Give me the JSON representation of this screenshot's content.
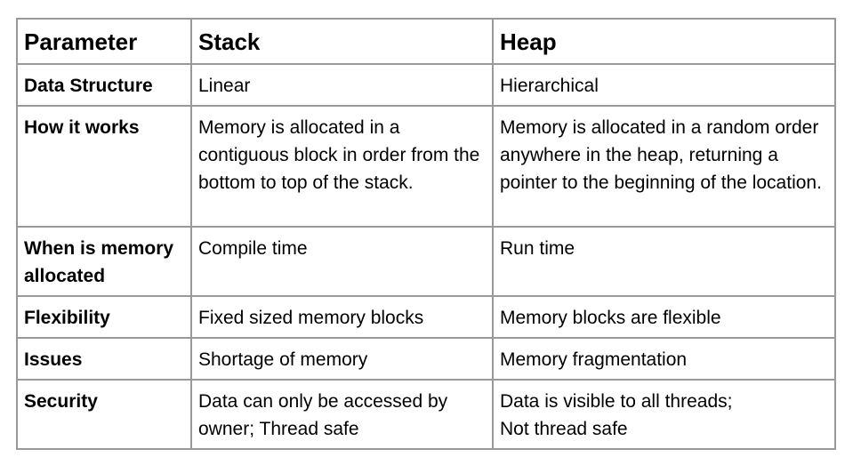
{
  "table": {
    "headers": [
      "Parameter",
      "Stack",
      "Heap"
    ],
    "rows": [
      {
        "parameter": "Data Structure",
        "stack": "Linear",
        "heap": "Hierarchical"
      },
      {
        "parameter": "How it works",
        "stack": "Memory is allocated in a contiguous block in order from the bottom to top of the stack.",
        "heap": "Memory is allocated in a random order anywhere in the heap, returning a pointer to the beginning of the location."
      },
      {
        "parameter": "When is memory allocated",
        "stack": "Compile time",
        "heap": "Run time"
      },
      {
        "parameter": "Flexibility",
        "stack": "Fixed sized memory blocks",
        "heap": "Memory blocks are flexible"
      },
      {
        "parameter": "Issues",
        "stack": "Shortage of memory",
        "heap": "Memory fragmentation"
      },
      {
        "parameter": "Security",
        "stack": "Data can only be accessed by owner; Thread safe",
        "heap": "Data is visible to all threads;\nNot thread safe"
      }
    ]
  },
  "colors": {
    "border": "#999999",
    "text": "#000000",
    "background": "#ffffff"
  }
}
